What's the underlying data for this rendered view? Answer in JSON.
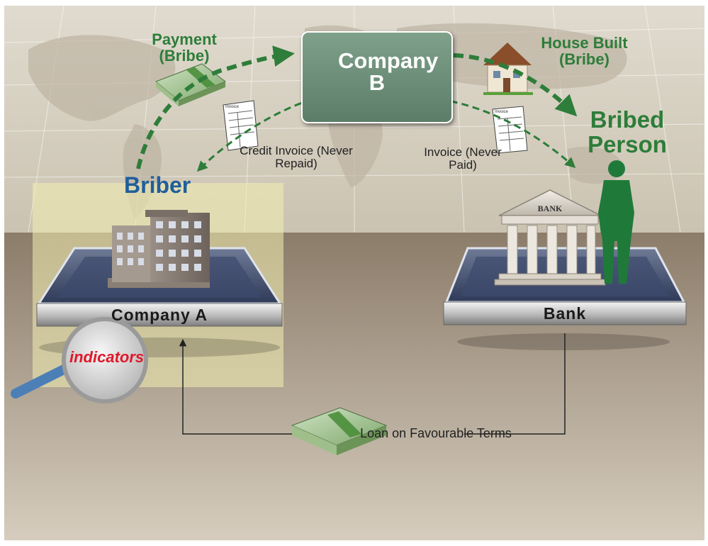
{
  "nodes": {
    "company_b": "Company B",
    "company_a": "Company A",
    "bank": "Bank",
    "briber": "Briber",
    "bribed_person": "Bribed Person"
  },
  "edges": {
    "payment": "Payment (Bribe)",
    "house_built": "House Built (Bribe)",
    "credit_invoice": "Credit Invoice (Never Repaid)",
    "invoice": "Invoice (Never Paid)",
    "loan": "Loan on Favourable Terms"
  },
  "badges": {
    "indicators": "indicators",
    "bank_sign": "BANK",
    "invoice_doc": "Invoice"
  },
  "colors": {
    "bribe_green": "#2e7d3a",
    "briber_blue": "#1f5f9a",
    "company_b_fill": "#6b8e78",
    "highlight_yellow": "#f2efb0",
    "indicators_red": "#e0182a"
  }
}
